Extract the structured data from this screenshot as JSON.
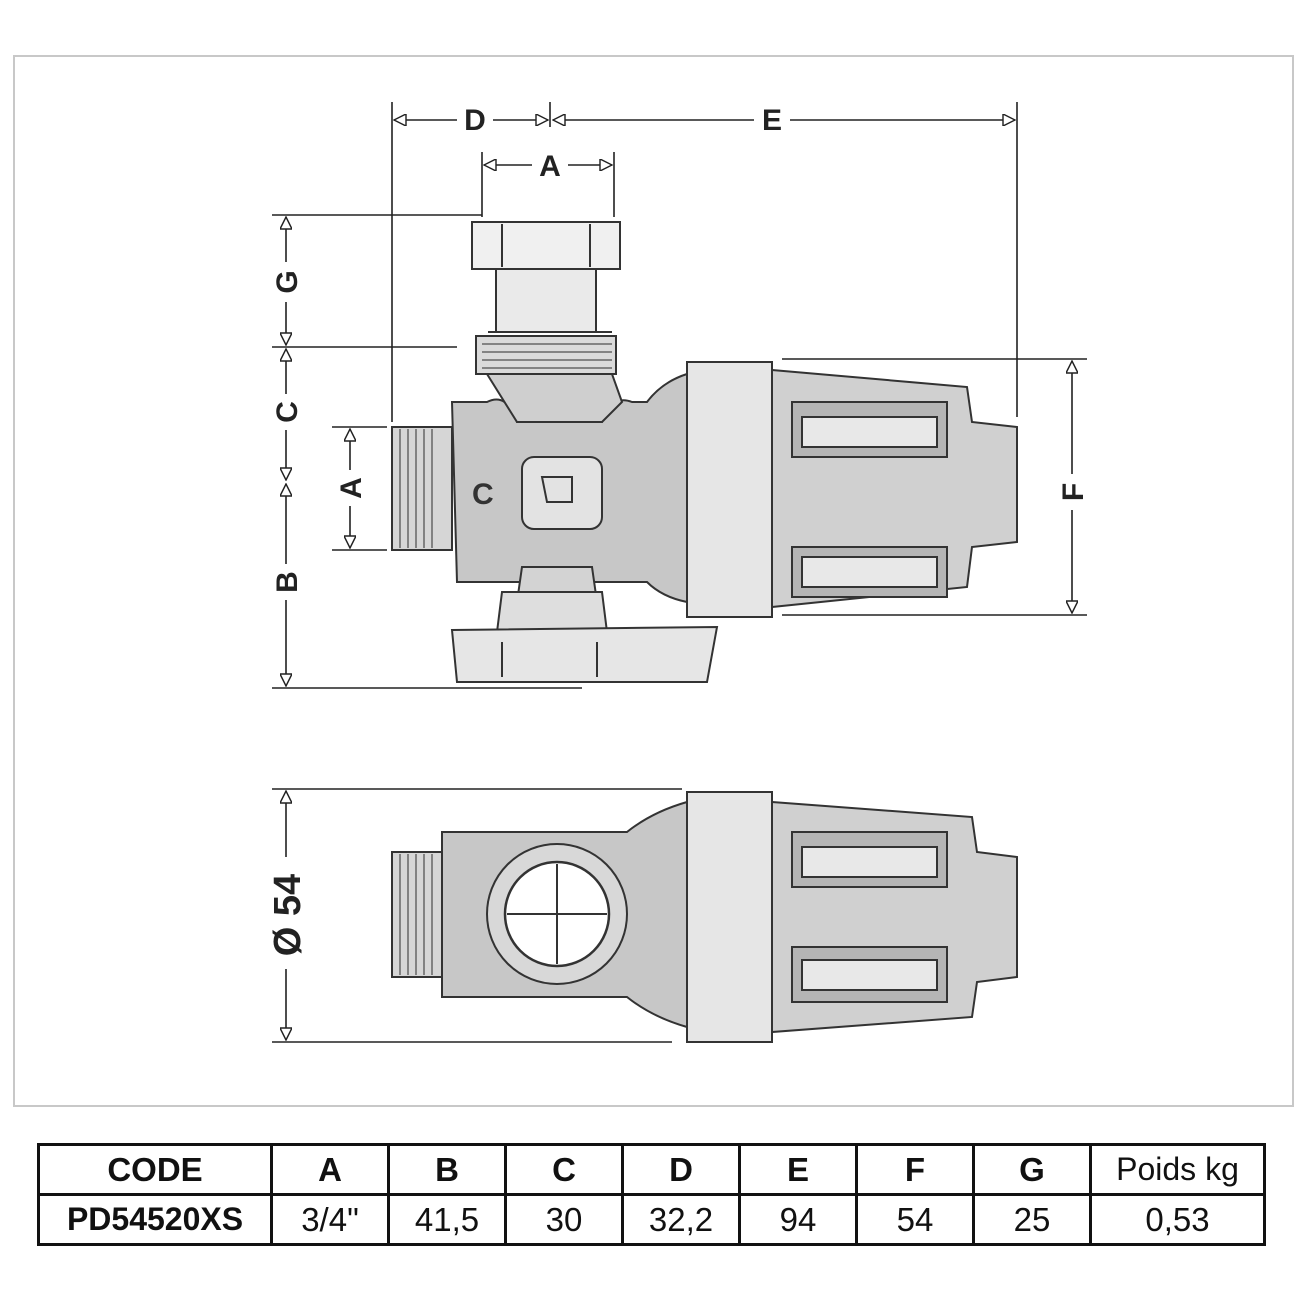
{
  "drawing": {
    "dimension_labels": {
      "A_top": "A",
      "A_side": "A",
      "B": "B",
      "C": "C",
      "D": "D",
      "E": "E",
      "F": "F",
      "G": "G",
      "diameter": "Ø 54"
    }
  },
  "spec_table": {
    "headers": [
      "CODE",
      "A",
      "B",
      "C",
      "D",
      "E",
      "F",
      "G",
      "Poids kg"
    ],
    "row": [
      "PD54520XS",
      "3/4\"",
      "41,5",
      "30",
      "32,2",
      "94",
      "54",
      "25",
      "0,53"
    ]
  }
}
